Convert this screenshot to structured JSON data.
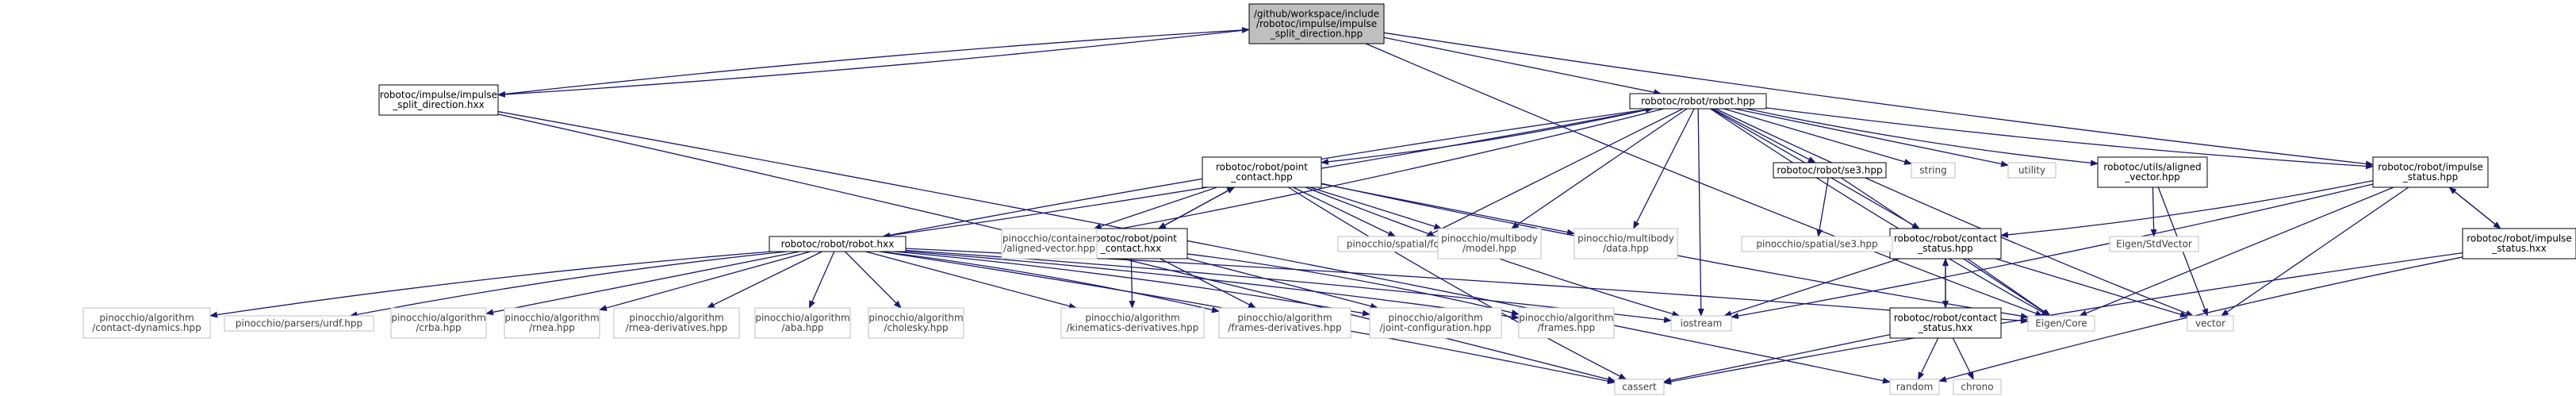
{
  "diagram": {
    "nodes": [
      {
        "id": "root",
        "lines": [
          "/github/workspace/include",
          "/robotoc/impulse/impulse",
          "_split_direction.hpp"
        ],
        "style": "root"
      },
      {
        "id": "isd_hxx",
        "lines": [
          "robotoc/impulse/impulse",
          "_split_direction.hxx"
        ],
        "style": "normal"
      },
      {
        "id": "robot_hpp",
        "lines": [
          "robotoc/robot/robot.hpp"
        ],
        "style": "normal"
      },
      {
        "id": "impulse_status_hpp",
        "lines": [
          "robotoc/robot/impulse",
          "_status.hpp"
        ],
        "style": "normal"
      },
      {
        "id": "impulse_status_hxx",
        "lines": [
          "robotoc/robot/impulse",
          "_status.hxx"
        ],
        "style": "normal"
      },
      {
        "id": "point_contact_hpp",
        "lines": [
          "robotoc/robot/point",
          "_contact.hpp"
        ],
        "style": "normal"
      },
      {
        "id": "point_contact_hxx",
        "lines": [
          "robotoc/robot/point",
          "_contact.hxx"
        ],
        "style": "normal"
      },
      {
        "id": "robot_hxx",
        "lines": [
          "robotoc/robot/robot.hxx"
        ],
        "style": "normal"
      },
      {
        "id": "se3_hpp",
        "lines": [
          "robotoc/robot/se3.hpp"
        ],
        "style": "normal"
      },
      {
        "id": "aligned_vector_hpp",
        "lines": [
          "robotoc/utils/aligned",
          "_vector.hpp"
        ],
        "style": "normal"
      },
      {
        "id": "contact_status_hpp",
        "lines": [
          "robotoc/robot/contact",
          "_status.hpp"
        ],
        "style": "normal"
      },
      {
        "id": "contact_status_hxx",
        "lines": [
          "robotoc/robot/contact",
          "_status.hxx"
        ],
        "style": "normal"
      },
      {
        "id": "string",
        "lines": [
          "string"
        ],
        "style": "ext"
      },
      {
        "id": "utility",
        "lines": [
          "utility"
        ],
        "style": "ext"
      },
      {
        "id": "pin_aligned_vector",
        "lines": [
          "pinocchio/container",
          "/aligned-vector.hpp"
        ],
        "style": "ext"
      },
      {
        "id": "pin_force",
        "lines": [
          "pinocchio/spatial/force.hpp"
        ],
        "style": "ext"
      },
      {
        "id": "pin_model",
        "lines": [
          "pinocchio/multibody",
          "/model.hpp"
        ],
        "style": "ext"
      },
      {
        "id": "pin_data",
        "lines": [
          "pinocchio/multibody",
          "/data.hpp"
        ],
        "style": "ext"
      },
      {
        "id": "pin_se3",
        "lines": [
          "pinocchio/spatial/se3.hpp"
        ],
        "style": "ext"
      },
      {
        "id": "eigen_stdvector",
        "lines": [
          "Eigen/StdVector"
        ],
        "style": "ext"
      },
      {
        "id": "pin_contact_dyn",
        "lines": [
          "pinocchio/algorithm",
          "/contact-dynamics.hpp"
        ],
        "style": "ext"
      },
      {
        "id": "pin_urdf",
        "lines": [
          "pinocchio/parsers/urdf.hpp"
        ],
        "style": "ext"
      },
      {
        "id": "pin_crba",
        "lines": [
          "pinocchio/algorithm",
          "/crba.hpp"
        ],
        "style": "ext"
      },
      {
        "id": "pin_rnea",
        "lines": [
          "pinocchio/algorithm",
          "/rnea.hpp"
        ],
        "style": "ext"
      },
      {
        "id": "pin_rnea_deriv",
        "lines": [
          "pinocchio/algorithm",
          "/rnea-derivatives.hpp"
        ],
        "style": "ext"
      },
      {
        "id": "pin_aba",
        "lines": [
          "pinocchio/algorithm",
          "/aba.hpp"
        ],
        "style": "ext"
      },
      {
        "id": "pin_cholesky",
        "lines": [
          "pinocchio/algorithm",
          "/cholesky.hpp"
        ],
        "style": "ext"
      },
      {
        "id": "pin_kin_deriv",
        "lines": [
          "pinocchio/algorithm",
          "/kinematics-derivatives.hpp"
        ],
        "style": "ext"
      },
      {
        "id": "pin_frames_deriv",
        "lines": [
          "pinocchio/algorithm",
          "/frames-derivatives.hpp"
        ],
        "style": "ext"
      },
      {
        "id": "pin_joint_config",
        "lines": [
          "pinocchio/algorithm",
          "/joint-configuration.hpp"
        ],
        "style": "ext"
      },
      {
        "id": "pin_frames",
        "lines": [
          "pinocchio/algorithm",
          "/frames.hpp"
        ],
        "style": "ext"
      },
      {
        "id": "iostream",
        "lines": [
          "iostream"
        ],
        "style": "ext"
      },
      {
        "id": "eigen_core",
        "lines": [
          "Eigen/Core"
        ],
        "style": "ext"
      },
      {
        "id": "vector",
        "lines": [
          "vector"
        ],
        "style": "ext"
      },
      {
        "id": "cassert",
        "lines": [
          "cassert"
        ],
        "style": "ext"
      },
      {
        "id": "random",
        "lines": [
          "random"
        ],
        "style": "ext"
      },
      {
        "id": "chrono",
        "lines": [
          "chrono"
        ],
        "style": "ext"
      }
    ],
    "edges": [
      [
        "root",
        "isd_hxx"
      ],
      [
        "root",
        "robot_hpp"
      ],
      [
        "root",
        "impulse_status_hpp"
      ],
      [
        "root",
        "eigen_core"
      ],
      [
        "isd_hxx",
        "root"
      ],
      [
        "isd_hxx",
        "cassert"
      ],
      [
        "isd_hxx",
        "random"
      ],
      [
        "robot_hpp",
        "string"
      ],
      [
        "robot_hpp",
        "utility"
      ],
      [
        "robot_hpp",
        "vector"
      ],
      [
        "robot_hpp",
        "eigen_core"
      ],
      [
        "robot_hpp",
        "iostream"
      ],
      [
        "robot_hpp",
        "pin_aligned_vector"
      ],
      [
        "robot_hpp",
        "pin_force"
      ],
      [
        "robot_hpp",
        "pin_model"
      ],
      [
        "robot_hpp",
        "pin_data"
      ],
      [
        "robot_hpp",
        "point_contact_hpp"
      ],
      [
        "robot_hpp",
        "se3_hpp"
      ],
      [
        "robot_hpp",
        "aligned_vector_hpp"
      ],
      [
        "robot_hpp",
        "contact_status_hpp"
      ],
      [
        "robot_hpp",
        "impulse_status_hpp"
      ],
      [
        "robot_hpp",
        "robot_hxx"
      ],
      [
        "robot_hxx",
        "robot_hpp"
      ],
      [
        "robot_hxx",
        "pin_contact_dyn"
      ],
      [
        "robot_hxx",
        "pin_urdf"
      ],
      [
        "robot_hxx",
        "pin_crba"
      ],
      [
        "robot_hxx",
        "pin_rnea"
      ],
      [
        "robot_hxx",
        "pin_rnea_deriv"
      ],
      [
        "robot_hxx",
        "pin_aba"
      ],
      [
        "robot_hxx",
        "pin_cholesky"
      ],
      [
        "robot_hxx",
        "pin_kin_deriv"
      ],
      [
        "robot_hxx",
        "pin_frames_deriv"
      ],
      [
        "robot_hxx",
        "pin_joint_config"
      ],
      [
        "robot_hxx",
        "pin_frames"
      ],
      [
        "robot_hxx",
        "iostream"
      ],
      [
        "robot_hxx",
        "eigen_core"
      ],
      [
        "robot_hxx",
        "cassert"
      ],
      [
        "point_contact_hpp",
        "point_contact_hxx"
      ],
      [
        "point_contact_hpp",
        "pin_aligned_vector"
      ],
      [
        "point_contact_hpp",
        "pin_force"
      ],
      [
        "point_contact_hpp",
        "pin_model"
      ],
      [
        "point_contact_hpp",
        "pin_data"
      ],
      [
        "point_contact_hpp",
        "iostream"
      ],
      [
        "point_contact_hpp",
        "eigen_core"
      ],
      [
        "point_contact_hpp",
        "cassert"
      ],
      [
        "point_contact_hxx",
        "point_contact_hpp"
      ],
      [
        "point_contact_hxx",
        "pin_kin_deriv"
      ],
      [
        "point_contact_hxx",
        "pin_frames_deriv"
      ],
      [
        "point_contact_hxx",
        "pin_joint_config"
      ],
      [
        "point_contact_hxx",
        "pin_frames"
      ],
      [
        "se3_hpp",
        "pin_se3"
      ],
      [
        "se3_hpp",
        "eigen_core"
      ],
      [
        "aligned_vector_hpp",
        "eigen_stdvector"
      ],
      [
        "aligned_vector_hpp",
        "vector"
      ],
      [
        "contact_status_hpp",
        "iostream"
      ],
      [
        "contact_status_hpp",
        "eigen_core"
      ],
      [
        "contact_status_hpp",
        "vector"
      ],
      [
        "contact_status_hpp",
        "contact_status_hxx"
      ],
      [
        "contact_status_hxx",
        "contact_status_hpp"
      ],
      [
        "contact_status_hxx",
        "cassert"
      ],
      [
        "contact_status_hxx",
        "random"
      ],
      [
        "contact_status_hxx",
        "chrono"
      ],
      [
        "impulse_status_hpp",
        "contact_status_hpp"
      ],
      [
        "impulse_status_hpp",
        "iostream"
      ],
      [
        "impulse_status_hpp",
        "eigen_core"
      ],
      [
        "impulse_status_hpp",
        "vector"
      ],
      [
        "impulse_status_hpp",
        "impulse_status_hxx"
      ],
      [
        "impulse_status_hxx",
        "impulse_status_hpp"
      ],
      [
        "impulse_status_hxx",
        "cassert"
      ],
      [
        "impulse_status_hxx",
        "random"
      ]
    ]
  },
  "colors": {
    "root_fill": "#bfbfbf",
    "normal_stroke": "#000000",
    "ext_stroke": "#bfbfbf",
    "ext_text": "#404040",
    "edge": "#191970"
  }
}
